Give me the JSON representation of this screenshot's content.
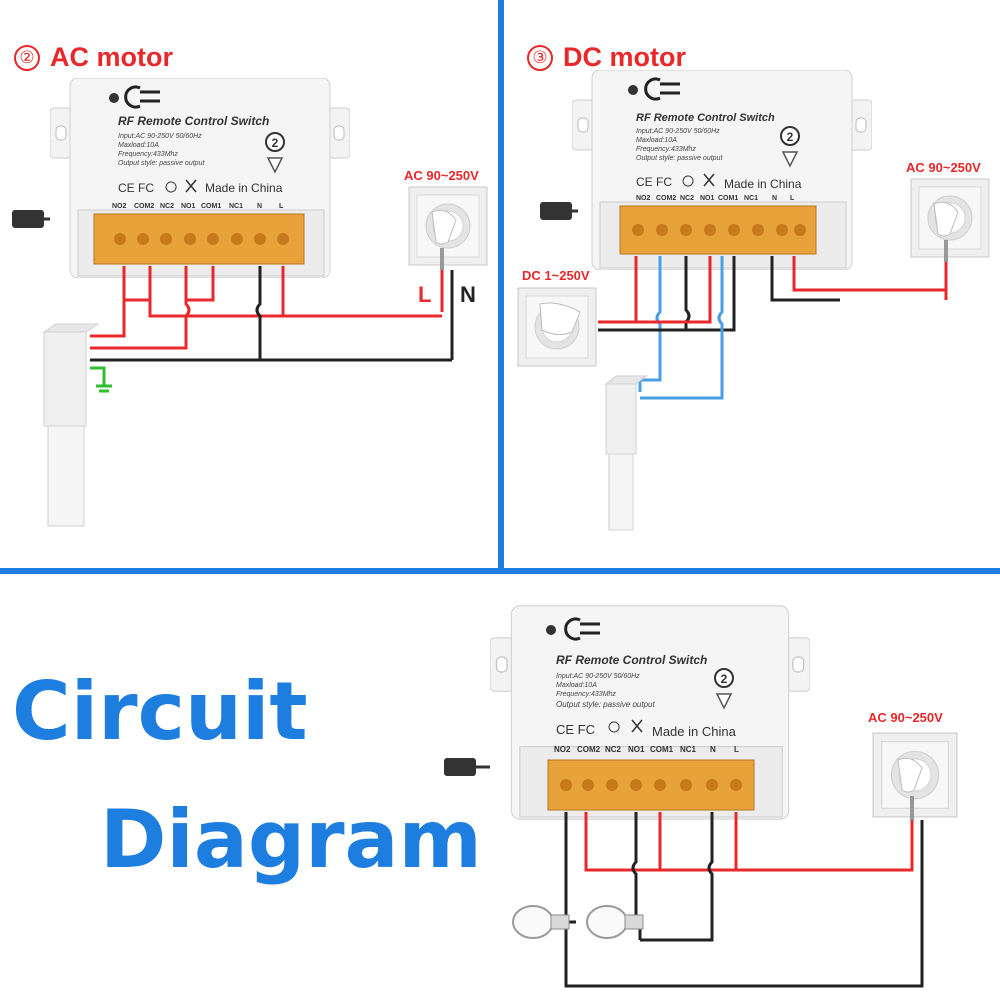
{
  "panels": {
    "ac_motor": {
      "number": "②",
      "title": "AC motor"
    },
    "dc_motor": {
      "number": "③",
      "title": "DC motor"
    }
  },
  "big_title": {
    "line1": "Circuit",
    "line2": "Diagram"
  },
  "labels": {
    "ac_supply": "AC 90~250V",
    "dc_supply": "DC 1~250V",
    "live": "L",
    "neutral": "N"
  },
  "device": {
    "title": "RF Remote Control Switch",
    "spec_input": "Input:AC 90-250V 50/60Hz",
    "spec_maxload": "Maxload:10A",
    "spec_frequency": "Frequency:433Mhz",
    "spec_output": "Output style: passive output",
    "cert": "CE FC",
    "made_in": "Made in China",
    "channels": "2",
    "terminals": [
      "NO2",
      "COM2",
      "NC2",
      "NO1",
      "COM1",
      "NC1",
      "N",
      "L"
    ]
  },
  "colors": {
    "accent_blue": "#1e7ee0",
    "wire_red": "#e8282b",
    "wire_black": "#222222",
    "wire_blue": "#4a9ee6",
    "ground_green": "#2fbf2f",
    "terminal_amber": "#e8a23a"
  }
}
